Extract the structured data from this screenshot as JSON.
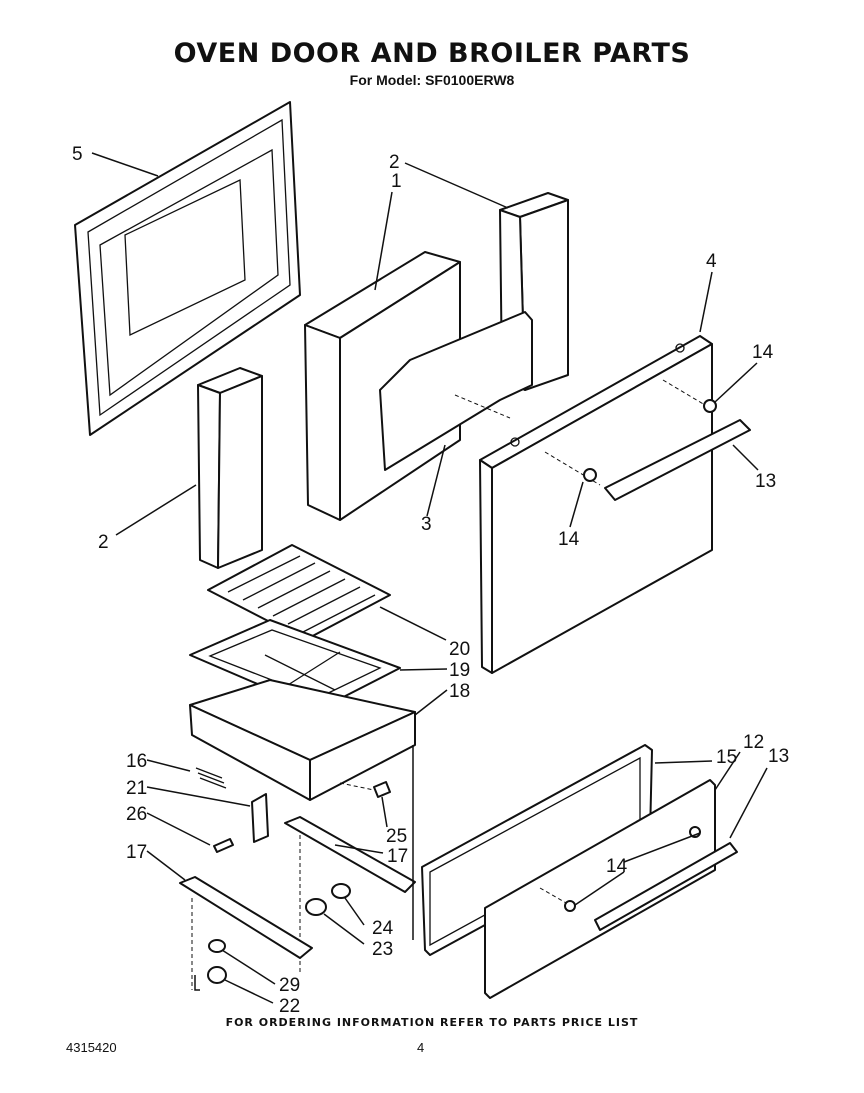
{
  "title": "OVEN DOOR AND BROILER PARTS",
  "subtitle": "For Model: SF0100ERW8",
  "footer_note": "FOR ORDERING INFORMATION REFER TO PARTS PRICE LIST",
  "doc_number": "4315420",
  "page_number": "4",
  "callouts": {
    "c5": "5",
    "c2a": "2",
    "c1": "1",
    "c4": "4",
    "c14a": "14",
    "c13a": "13",
    "c2b": "2",
    "c3": "3",
    "c14b": "14",
    "c20": "20",
    "c19": "19",
    "c18": "18",
    "c16": "16",
    "c21": "21",
    "c26": "26",
    "c25": "25",
    "c17a": "17",
    "c17b": "17",
    "c15": "15",
    "c12": "12",
    "c13b": "13",
    "c14c": "14",
    "c24": "24",
    "c23": "23",
    "c29": "29",
    "c22": "22"
  }
}
